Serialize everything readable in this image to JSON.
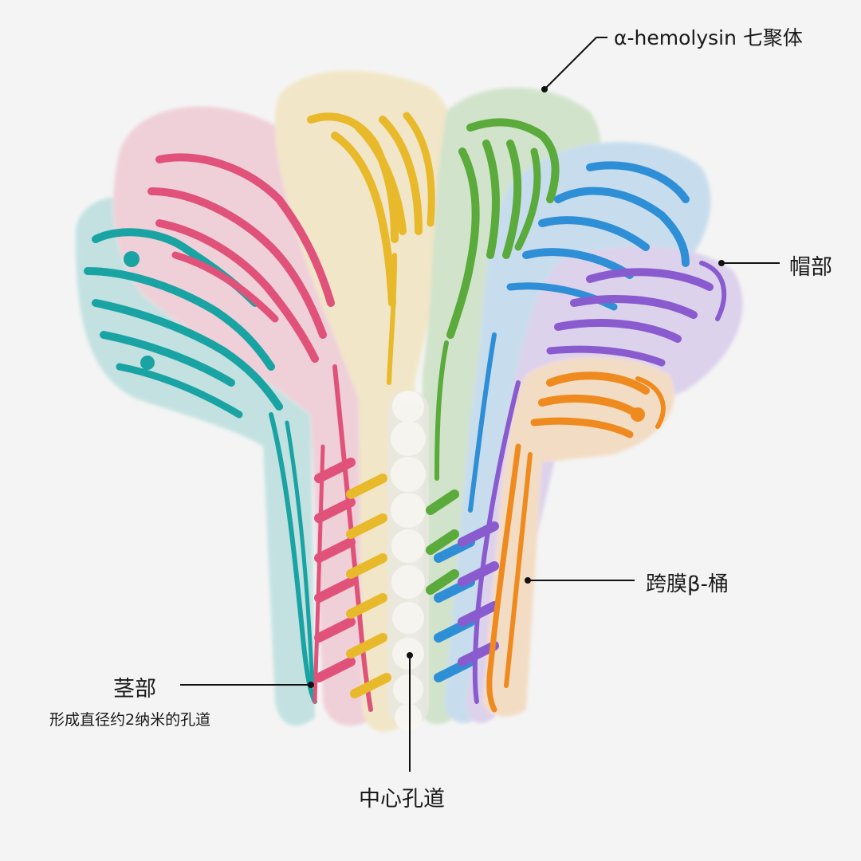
{
  "labels": {
    "title": "α-hemolysin 七聚体",
    "cap": "帽部",
    "barrel": "跨膜β-桶",
    "stem": "茎部",
    "stem_desc": "形成直径约2纳米的孔道",
    "center_channel": "中心孔道"
  },
  "colors": {
    "background": "#f4f4f4",
    "leader_line": "#111111",
    "subunits": [
      "#1aa3a3",
      "#e0527a",
      "#e8b92a",
      "#5aaa3c",
      "#2f8fd6",
      "#8a5bcf",
      "#ef8a1f"
    ],
    "pore": "#e9e7e0"
  },
  "structure": {
    "subunit_count": 7,
    "rendering": "ribbon + translucent surface"
  }
}
